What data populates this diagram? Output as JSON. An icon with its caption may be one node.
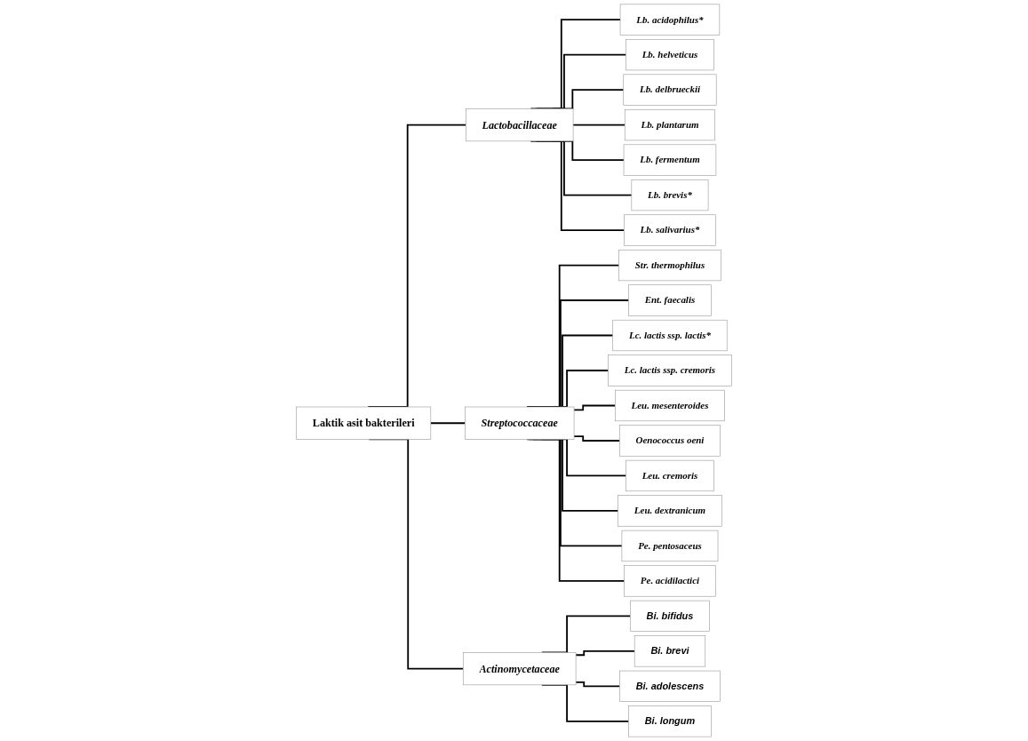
{
  "diagram": {
    "nodes": [
      {
        "text": [
          "Laktik asit bakterileri"
        ]
      },
      {
        "text": [
          "Lactobacillaceae"
        ]
      },
      {
        "text": [
          "Lb. acidophilus*"
        ]
      },
      {
        "text": [
          "Lb. helveticus"
        ]
      },
      {
        "text": [
          "Lb. delbrueckii"
        ]
      },
      {
        "text": [
          "Lb. plantarum"
        ]
      },
      {
        "text": [
          "Lb. fermentum"
        ]
      },
      {
        "text": [
          "Lb. brevis*"
        ]
      },
      {
        "text": [
          "Lb. salivarius*"
        ]
      },
      {
        "text": [
          "Streptococcaceae"
        ]
      },
      {
        "text": [
          "Str. thermophilus"
        ]
      },
      {
        "text": [
          "Ent. faecalis"
        ]
      },
      {
        "text": [
          "Lc. lactis ssp. lactis*"
        ]
      },
      {
        "text": [
          "Lc. lactis ssp. cremoris"
        ]
      },
      {
        "text": [
          "Leu. mesenteroides"
        ]
      },
      {
        "text": [
          "Oenococcus oeni"
        ]
      },
      {
        "text": [
          "Leu. cremoris"
        ]
      },
      {
        "text": [
          "Leu. dextranicum"
        ]
      },
      {
        "text": [
          "Pe. pentosaceus"
        ]
      },
      {
        "text": [
          "Pe. acidilactici"
        ]
      },
      {
        "text": [
          "Actinomycetaceae"
        ]
      },
      {
        "text": [
          "Bi. bifidus"
        ]
      },
      {
        "text": [
          "Bi. brevi"
        ]
      },
      {
        "text": [
          "Bi. adolescens"
        ]
      },
      {
        "text": [
          "Bi. longum"
        ]
      }
    ],
    "edges": [
      {
        "from": 0,
        "to": 1,
        "arrow": "none"
      },
      {
        "from": 0,
        "to": 9,
        "arrow": "none"
      },
      {
        "from": 0,
        "to": 20,
        "arrow": "none"
      },
      {
        "from": 1,
        "to": 2,
        "arrow": "none"
      },
      {
        "from": 1,
        "to": 3,
        "arrow": "none"
      },
      {
        "from": 1,
        "to": 4,
        "arrow": "none"
      },
      {
        "from": 1,
        "to": 5,
        "arrow": "none"
      },
      {
        "from": 1,
        "to": 6,
        "arrow": "none"
      },
      {
        "from": 1,
        "to": 7,
        "arrow": "none"
      },
      {
        "from": 1,
        "to": 8,
        "arrow": "none"
      },
      {
        "from": 9,
        "to": 10,
        "arrow": "none"
      },
      {
        "from": 9,
        "to": 11,
        "arrow": "none"
      },
      {
        "from": 9,
        "to": 12,
        "arrow": "none"
      },
      {
        "from": 9,
        "to": 13,
        "arrow": "none"
      },
      {
        "from": 9,
        "to": 14,
        "arrow": "none"
      },
      {
        "from": 9,
        "to": 15,
        "arrow": "none"
      },
      {
        "from": 9,
        "to": 16,
        "arrow": "none"
      },
      {
        "from": 9,
        "to": 17,
        "arrow": "none"
      },
      {
        "from": 9,
        "to": 18,
        "arrow": "none"
      },
      {
        "from": 9,
        "to": 19,
        "arrow": "none"
      },
      {
        "from": 20,
        "to": 21,
        "arrow": "none"
      },
      {
        "from": 20,
        "to": 22,
        "arrow": "none"
      },
      {
        "from": 20,
        "to": 23,
        "arrow": "none"
      },
      {
        "from": 20,
        "to": 24,
        "arrow": "none"
      }
    ]
  }
}
